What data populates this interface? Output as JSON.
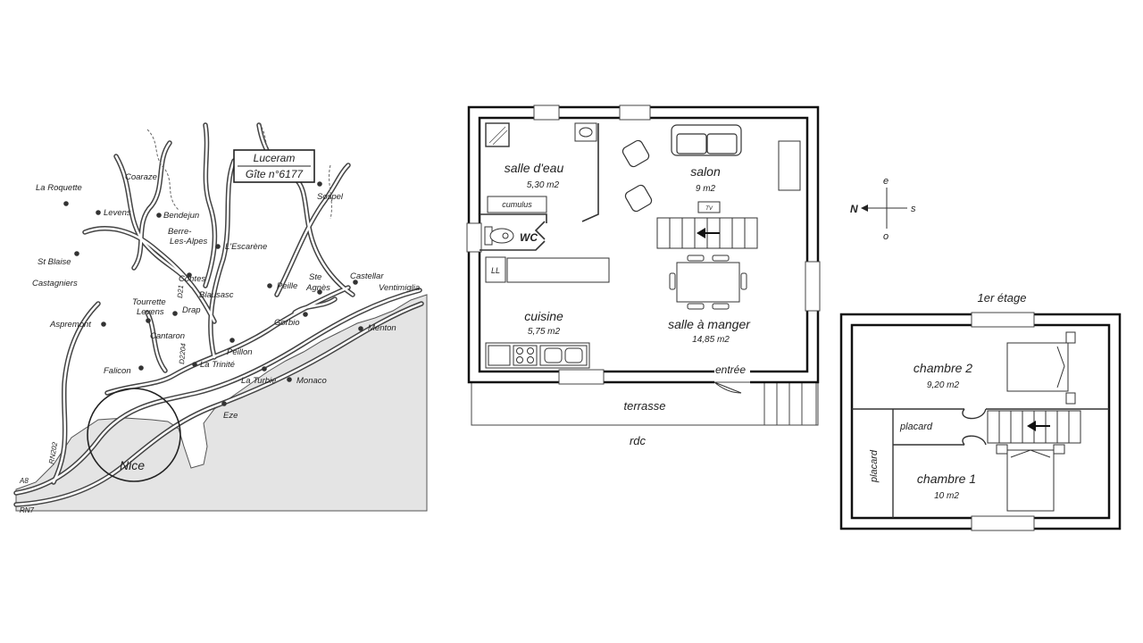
{
  "map": {
    "gite_name": "Luceram",
    "gite_number": "Gîte n°6177",
    "towns": {
      "la_roquette": "La Roquette",
      "coaraze": "Coaraze",
      "levens": "Levens",
      "bendejun": "Bendejun",
      "berre_1": "Berre-",
      "berre_2": "Les-Alpes",
      "lescarene": "L'Escarène",
      "sospel": "Sospel",
      "st_blaise": "St Blaise",
      "castagniers": "Castagniers",
      "contes": "Contes",
      "tourrette_1": "Tourrette",
      "tourrette_2": "Levens",
      "aspremont": "Aspremont",
      "drap": "Drap",
      "blausasc": "Blausasc",
      "peille": "Peille",
      "ste_agnes_1": "Ste",
      "ste_agnes_2": "Agnès",
      "castellar": "Castellar",
      "ventimiglia": "Ventimiglia",
      "gorbio": "Gorbio",
      "cantaron": "Cantaron",
      "menton": "Menton",
      "peillon": "Peillon",
      "falicon": "Falicon",
      "la_trinite": "La Trinité",
      "la_turbie": "La Turbie",
      "monaco": "Monaco",
      "eze": "Eze",
      "nice": "Nice"
    },
    "roads": {
      "rn202": "RN202",
      "a8": "A8",
      "rn7": "RN7",
      "d21": "D21",
      "d2204": "D2204"
    }
  },
  "rdc": {
    "caption": "rdc",
    "rooms": {
      "salle_deau": {
        "name": "salle d'eau",
        "area": "5,30 m2"
      },
      "salon": {
        "name": "salon",
        "area": "9 m2"
      },
      "cuisine": {
        "name": "cuisine",
        "area": "5,75 m2"
      },
      "salle_manger": {
        "name": "salle à manger",
        "area": "14,85 m2"
      }
    },
    "labels": {
      "cumulus": "cumulus",
      "wc": "WC",
      "ll": "LL",
      "tv": "TV",
      "entree": "entrée",
      "terrasse": "terrasse"
    }
  },
  "compass": {
    "n": "N",
    "s": "s",
    "e": "e",
    "o": "o"
  },
  "etage": {
    "caption": "1er étage",
    "rooms": {
      "chambre2": {
        "name": "chambre 2",
        "area": "9,20 m2"
      },
      "chambre1": {
        "name": "chambre 1",
        "area": "10 m2"
      }
    },
    "labels": {
      "placard_h": "placard",
      "placard_v": "placard"
    }
  }
}
